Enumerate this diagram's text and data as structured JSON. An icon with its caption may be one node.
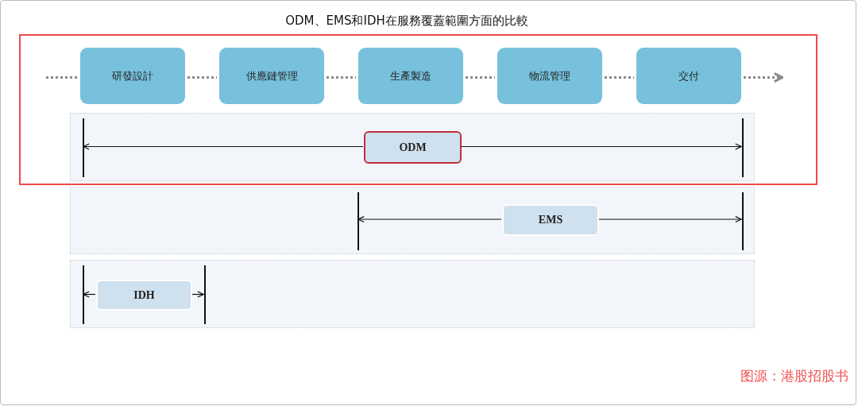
{
  "diagram": {
    "title": "ODM、EMS和IDH在服務覆蓋範圍方面的比較",
    "nodes": [
      {
        "text": [
          "研發設計"
        ]
      },
      {
        "text": [
          "供應鏈管理"
        ]
      },
      {
        "text": [
          "生產製造"
        ]
      },
      {
        "text": [
          "物流管理"
        ]
      },
      {
        "text": [
          "交付"
        ]
      },
      {
        "text": [],
        "shape": "box"
      },
      {
        "text": [],
        "shape": "box"
      },
      {
        "text": [],
        "shape": "box"
      },
      {
        "text": [
          "ODM"
        ],
        "in": 5
      },
      {
        "text": [
          "EMS"
        ],
        "in": 6
      },
      {
        "text": [
          "IDH"
        ],
        "in": 7
      },
      {
        "text": [],
        "shape": "bar",
        "in": 5
      },
      {
        "text": [],
        "shape": "bar",
        "in": 5
      },
      {
        "text": [],
        "shape": "bar",
        "in": 6
      },
      {
        "text": [],
        "shape": "bar",
        "in": 6
      },
      {
        "text": [],
        "shape": "bar",
        "in": 7
      },
      {
        "text": [],
        "shape": "bar",
        "in": 7
      }
    ],
    "edges": [
      {
        "from": null,
        "to": 0,
        "arrow": "none",
        "style": "dashed"
      },
      {
        "from": 0,
        "to": 1,
        "arrow": "none",
        "style": "dashed"
      },
      {
        "from": 1,
        "to": 2,
        "arrow": "none",
        "style": "dashed"
      },
      {
        "from": 2,
        "to": 3,
        "arrow": "none",
        "style": "dashed"
      },
      {
        "from": 3,
        "to": 4,
        "arrow": "none",
        "style": "dashed"
      },
      {
        "from": 4,
        "to": null,
        "arrow": "to",
        "style": "dashed"
      },
      {
        "from": 8,
        "to": 11,
        "arrow": "to",
        "color": "#111111"
      },
      {
        "from": 8,
        "to": 12,
        "arrow": "to",
        "color": "#111111"
      },
      {
        "from": 9,
        "to": 13,
        "arrow": "to",
        "color": "#111111"
      },
      {
        "from": 9,
        "to": 14,
        "arrow": "to",
        "color": "#111111"
      },
      {
        "from": 10,
        "to": 15,
        "arrow": "to",
        "color": "#111111"
      },
      {
        "from": 10,
        "to": 16,
        "arrow": "to",
        "color": "#111111"
      }
    ],
    "labels": [
      "图源：港股招股书"
    ]
  }
}
